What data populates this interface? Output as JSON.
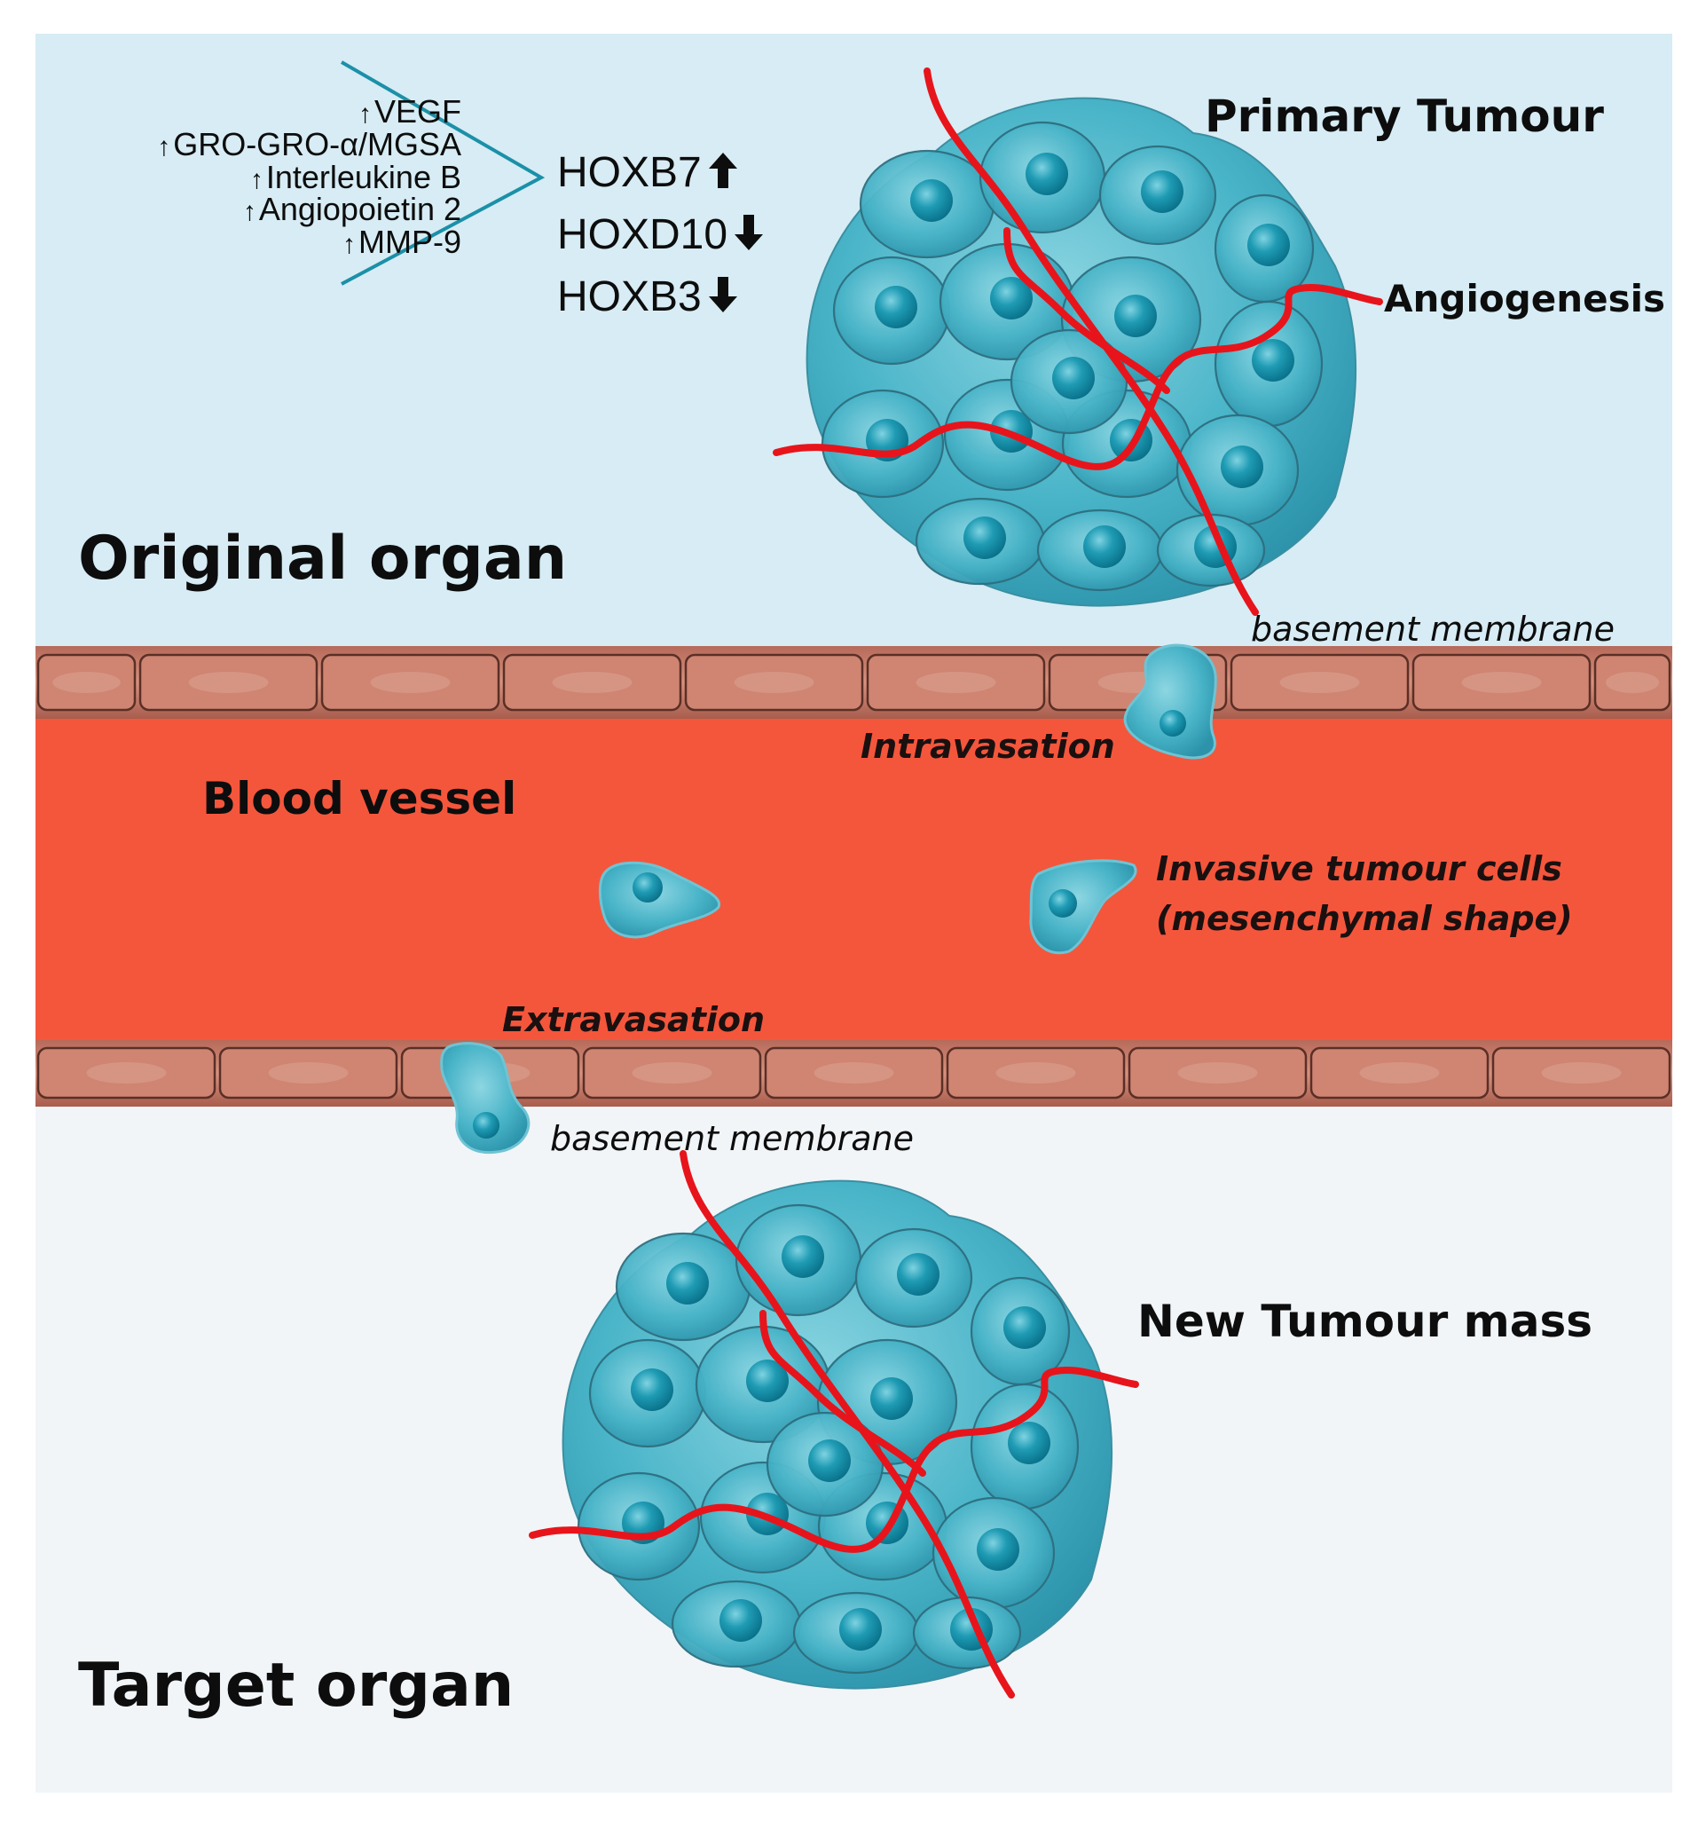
{
  "factors": [
    {
      "arrow": "↑",
      "label": "VEGF"
    },
    {
      "arrow": "↑",
      "label": "GRO-GRO-α/MGSA"
    },
    {
      "arrow": "↑",
      "label": "Interleukine B"
    },
    {
      "arrow": "↑",
      "label": "Angiopoietin 2"
    },
    {
      "arrow": "↑",
      "label": "MMP-9"
    }
  ],
  "hox_genes": [
    {
      "label": "HOXB7",
      "direction": "up"
    },
    {
      "label": "HOXD10",
      "direction": "down"
    },
    {
      "label": "HOXB3",
      "direction": "down"
    }
  ],
  "labels": {
    "primary_tumour": "Primary Tumour",
    "angiogenesis": "Angiogenesis",
    "original_organ": "Original organ",
    "basement_membrane_top": "basement membrane",
    "intravasation": "Intravasation",
    "blood_vessel": "Blood vessel",
    "invasive_cells_line1": "Invasive tumour cells",
    "invasive_cells_line2": "(mesenchymal shape)",
    "extravasation": "Extravasation",
    "basement_membrane_bottom": "basement membrane",
    "new_tumour_mass": "New Tumour mass",
    "target_organ": "Target organ"
  },
  "colors": {
    "original_organ_bg": "#d7ecf4",
    "target_organ_bg": "#f1f5f8",
    "blood_vessel": "#f4563c",
    "endothelium": "#c87b69",
    "tumour_cell": "#3fb0c4",
    "capillary": "#e8141b"
  }
}
